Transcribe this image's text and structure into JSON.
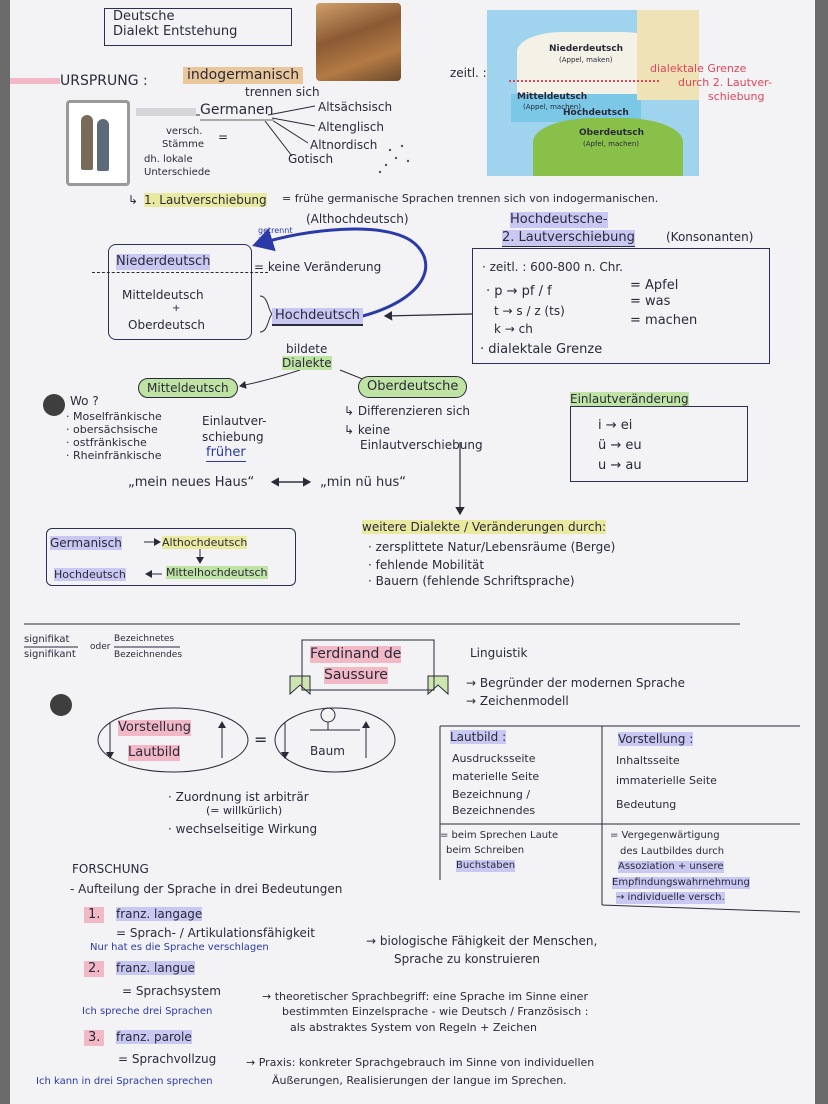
{
  "colors": {
    "paper": "#f3f3f5",
    "ink": "#2a2a3a",
    "blue_ink": "#2a3aa8",
    "red_ink": "#e0455a",
    "yellow_hl": "#e9eaa0",
    "green_hl": "#bfe3a3",
    "purple_hl": "#c9c8f2",
    "pink_hl": "#f2b8c6"
  },
  "icons": [
    "tribe-battle-picture",
    "germanic-people-picture",
    "dialect-map-picture"
  ],
  "title": [
    "Deutsche",
    "Dialekt Entstehung"
  ],
  "ursprung": {
    "label": "URSPRUNG :",
    "value": "indogermanisch",
    "trennen": "trennen sich",
    "zeitl": "zeitl. :"
  },
  "germanen": {
    "label": "Germanen",
    "versch": [
      "versch.",
      "Stämme"
    ],
    "eq": "=",
    "lokale": [
      "dh. lokale",
      "Unterschiede"
    ],
    "branches": [
      "Altsächsisch",
      "Altenglisch",
      "Altnordisch",
      "Gotisch"
    ]
  },
  "map": {
    "nieder": "Niederdeutsch",
    "nieder_sub": "(Appel, maken)",
    "mittel": "Mitteldeutsch",
    "mittel_sub": "(Appel, machen)",
    "hoch": "Hochdeutsch",
    "ober": "Oberdeutsch",
    "ober_sub": "(Apfel, machen)",
    "grenze": [
      "dialektale Grenze",
      "durch 2. Lautver-",
      "schiebung"
    ]
  },
  "erste": {
    "text": "1. Lautverschiebung",
    "rest": "= frühe germanische Sprachen trennen sich von indogermanischen.",
    "althoch": "(Althochdeutsch)"
  },
  "zweite": {
    "title1": "Hochdeutsche-",
    "title2": "2. Lautverschiebung",
    "kons": "(Konsonanten)",
    "zeit": "· zeitl. : 600-800 n. Chr.",
    "rows": [
      "· p → pf / f",
      "t → s / z (ts)",
      "k → ch"
    ],
    "words": [
      "= Apfel",
      "= was",
      "= machen"
    ],
    "grenze": "· dialektale Grenze"
  },
  "left_box": {
    "nieder": "Niederdeutsch",
    "mittel": "Mitteldeutsch",
    "plus": "+",
    "ober": "Oberdeutsch",
    "getrennt": "getrennt in",
    "keine": "= keine Veränderung"
  },
  "hochdeutsch": "Hochdeutsch",
  "bildete": [
    "bildete",
    "Dialekte"
  ],
  "mitteldeutsch": {
    "label": "Mitteldeutsch",
    "wo": "Wo ?",
    "regions": [
      "· Moselfränkische",
      "· obersächsische",
      "· ostfränkische",
      "· Rheinfränkische"
    ],
    "einlaut": [
      "Einlautver-",
      "schiebung"
    ],
    "frueher": "früher"
  },
  "oberdeutsch": {
    "label": "Oberdeutsche",
    "diff": "↳ Differenzieren sich",
    "keine": [
      "↳ keine",
      "Einlautverschiebung"
    ]
  },
  "einlaut_box": {
    "title": "Einlautveränderung",
    "rows": [
      "i → ei",
      "ü → eu",
      "u → au"
    ]
  },
  "haus": {
    "a": "„mein neues Haus“",
    "b": "„min nü hus“"
  },
  "chain": {
    "germ": "Germanisch",
    "alt": "Althochdeutsch",
    "hoch": "Hochdeutsch",
    "mittel": "Mittelhochdeutsch"
  },
  "weitere": {
    "title": "weitere Dialekte / Veränderungen durch:",
    "items": [
      "· zersplittete Natur/Lebensräume (Berge)",
      "· fehlende Mobilität",
      "· Bauern (fehlende Schriftsprache)"
    ]
  },
  "signifikat": {
    "top": "signifikat",
    "bottom": "signifikant",
    "oder": "oder",
    "r_top": "Bezeichnetes",
    "r_bottom": "Bezeichnendes"
  },
  "saussure": {
    "line1": "Ferdinand de",
    "line2": "Saussure",
    "ling": "Linguistik",
    "b1": "→ Begründer der modernen Sprache",
    "b2": "→ Zeichenmodell"
  },
  "model": {
    "vorstellung": "Vorstellung",
    "lautbild": "Lautbild",
    "eq": "=",
    "baum": "Baum",
    "zuord": "· Zuordnung ist arbiträr",
    "willk": "(= willkürlich)",
    "wechsel": "· wechselseitige Wirkung"
  },
  "table": {
    "h1": "Lautbild :",
    "h2": "Vorstellung :",
    "l1": [
      "Ausdrucksseite",
      "materielle Seite",
      "Bezeichnung /",
      "Bezeichnendes"
    ],
    "r1": [
      "Inhaltsseite",
      "immaterielle Seite",
      "Bedeutung"
    ],
    "l2": [
      "= beim Sprechen Laute",
      "beim Schreiben",
      "Buchstaben"
    ],
    "r2": [
      "= Vergegenwärtigung",
      "des Lautbildes durch",
      "Assoziation + unsere",
      "Empfindungswahrnehmung",
      "→ individuelle versch."
    ]
  },
  "forschung": {
    "title": "FORSCHUNG",
    "sub": "- Aufteilung der Sprache in drei Bedeutungen",
    "n1": "1.",
    "l1": "franz. langage",
    "d1": "= Sprach- / Artikulationsfähigkeit",
    "e1": "→ biologische Fähigkeit der Menschen,",
    "e1b": "Sprache zu konstruieren",
    "x1": "Nur hat es die Sprache verschlagen",
    "n2": "2.",
    "l2": "franz. langue",
    "d2": "= Sprachsystem",
    "e2": "→ theoretischer Sprachbegriff: eine Sprache im Sinne einer",
    "e2b": "bestimmten Einzelsprache - wie Deutsch / Französisch :",
    "e2c": "als abstraktes System von Regeln + Zeichen",
    "x2": "Ich spreche drei Sprachen",
    "n3": "3.",
    "l3": "franz. parole",
    "d3": "= Sprachvollzug",
    "e3": "→ Praxis: konkreter Sprachgebrauch im Sinne von individuellen",
    "e3b": "Äußerungen, Realisierungen der langue im Sprechen.",
    "x3": "Ich kann in drei Sprachen sprechen"
  }
}
